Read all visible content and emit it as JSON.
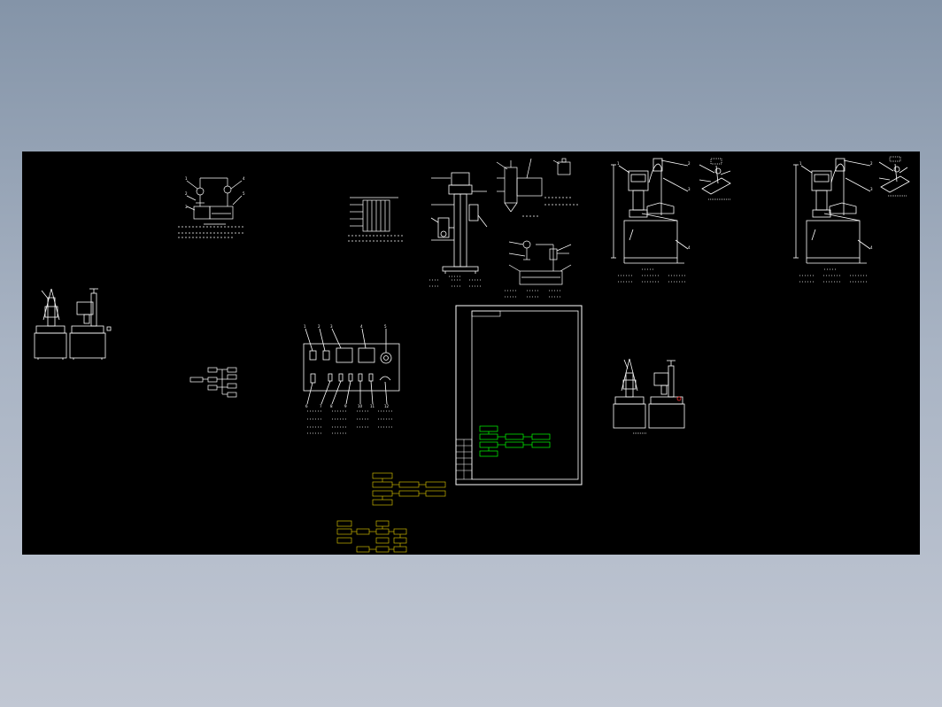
{
  "viewer": {
    "background_top": "#8494a8",
    "background_bottom": "#c1c7d3",
    "sheet_color": "#000000"
  },
  "drawing": {
    "line_color": "#ffffff",
    "highlight_color": "#00ff00",
    "flow_color": "#c8b400",
    "balloon_numbers": [
      "1",
      "2",
      "3",
      "4",
      "5",
      "6",
      "7",
      "8",
      "9",
      "10",
      "11",
      "12"
    ]
  },
  "views": [
    "machine-side-view-small",
    "schematic-top-left",
    "flow-chart-small",
    "cross-section-plate",
    "column-assembly",
    "spindle-detail",
    "welding-schematic",
    "control-panel",
    "frame-title-block",
    "machine-front-view-center",
    "machine-front-view-right",
    "machine-side-view-center",
    "flow-chart-yellow"
  ]
}
